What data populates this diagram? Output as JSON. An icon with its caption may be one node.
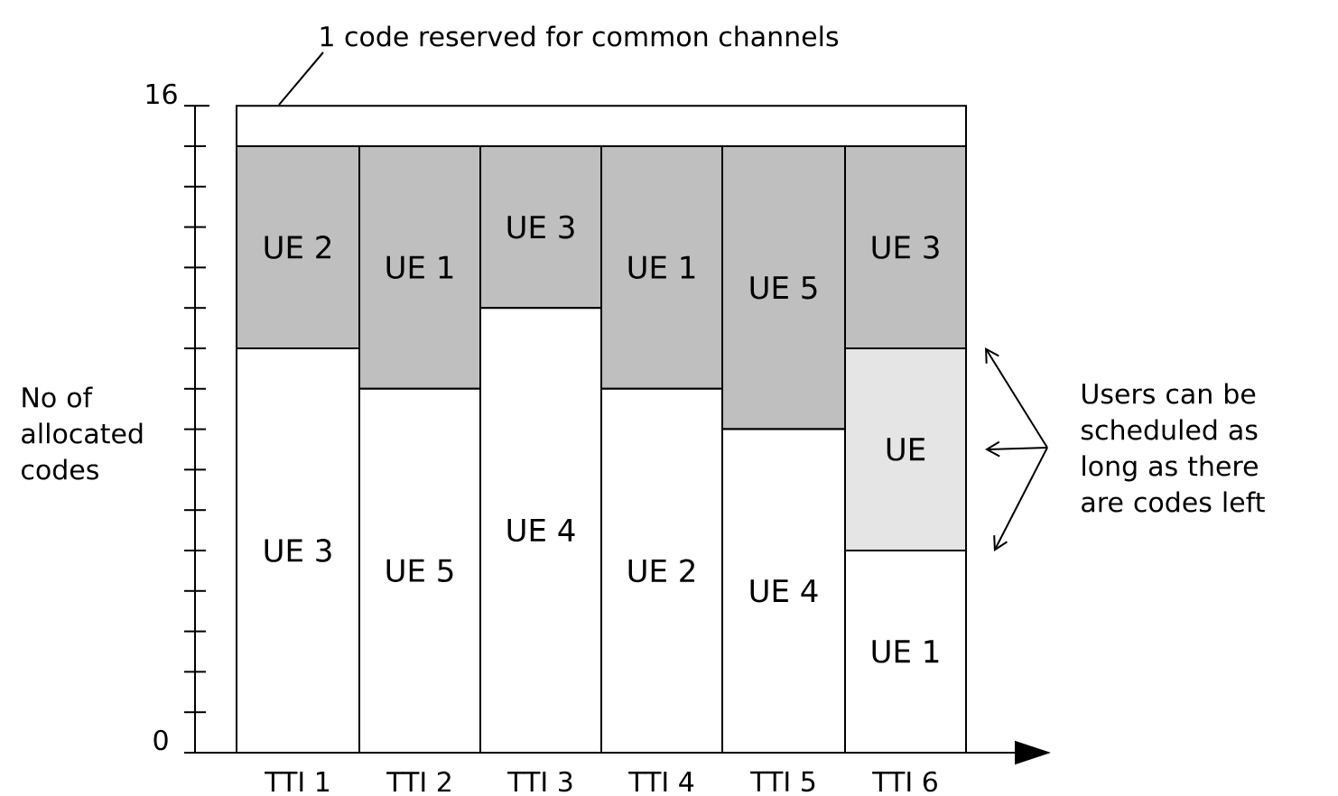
{
  "diagram": {
    "nodes": [
      {
        "text": [
          "1 code reserved for common channels"
        ]
      },
      {
        "text": [],
        "shape": "box"
      },
      {
        "text": [
          "UE 2"
        ]
      },
      {
        "text": [
          "UE 3"
        ]
      },
      {
        "text": [
          "UE 1"
        ]
      },
      {
        "text": [
          "UE 5"
        ]
      },
      {
        "text": [
          "UE 3"
        ]
      },
      {
        "text": [
          "UE 4"
        ]
      },
      {
        "text": [
          "UE 1"
        ]
      },
      {
        "text": [
          "UE 2"
        ]
      },
      {
        "text": [
          "UE 5"
        ]
      },
      {
        "text": [
          "UE 4"
        ]
      },
      {
        "text": [
          "UE 3"
        ]
      },
      {
        "text": [
          "UE"
        ]
      },
      {
        "text": [
          "UE 1"
        ]
      },
      {
        "text": [
          "Users can be scheduled as long as there are codes left"
        ]
      }
    ],
    "edges": [
      {
        "from": 0,
        "to": 1,
        "arrow": "none"
      },
      {
        "from": 15,
        "to": 13,
        "arrow": "to"
      },
      {
        "from": 15,
        "to": 13,
        "arrow": "to"
      },
      {
        "from": 15,
        "to": 13,
        "arrow": "to"
      }
    ],
    "labels": [
      "16",
      "0",
      "No of allocated codes",
      "TTI 1",
      "TTI 2",
      "TTI 3",
      "TTI 4",
      "TTI 5",
      "TTI 6"
    ]
  }
}
